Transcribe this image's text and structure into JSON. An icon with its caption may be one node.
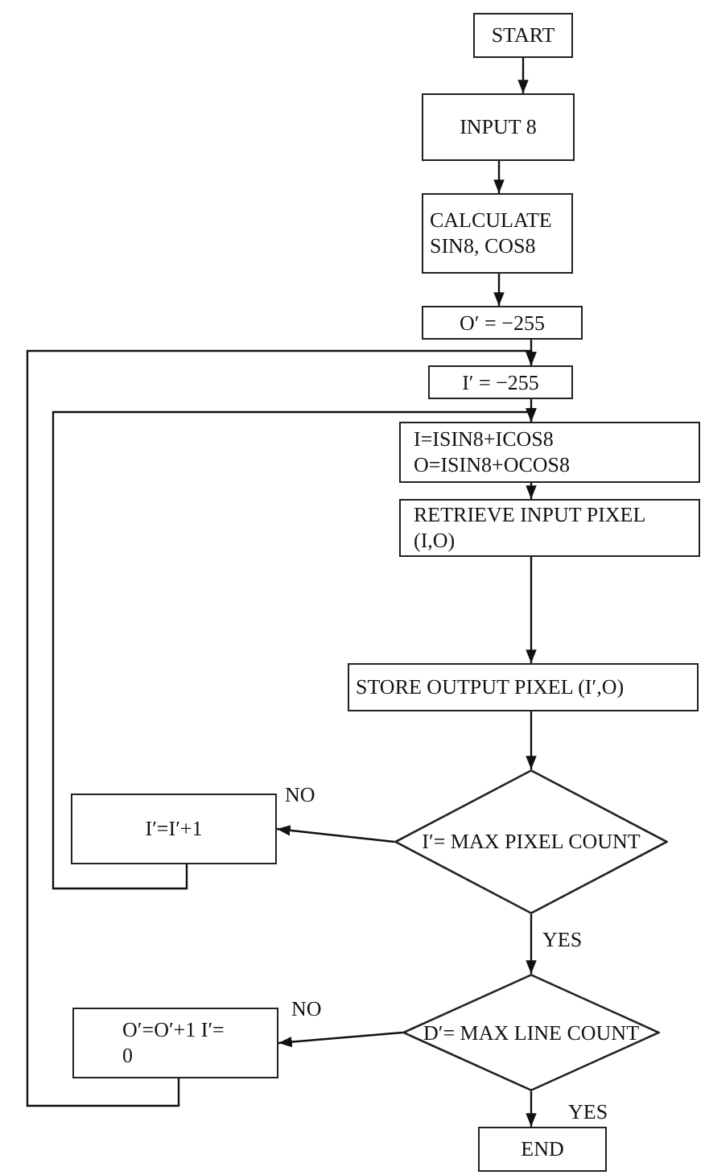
{
  "diagram": {
    "nodes": [
      {
        "text": [
          "START"
        ]
      },
      {
        "text": [
          "INPUT 8"
        ]
      },
      {
        "text": [
          "CALCULATE SIN8, COS8"
        ]
      },
      {
        "text": [
          "O′ = −255"
        ]
      },
      {
        "text": [
          "I′ = −255"
        ]
      },
      {
        "text": [
          "I=ISIN8+ICOS8 O=ISIN8+OCOS8"
        ]
      },
      {
        "text": [
          "RETRIEVE INPUT PIXEL (I,O)"
        ]
      },
      {
        "text": [
          "STORE OUTPUT PIXEL (I′,O)"
        ]
      },
      {
        "text": [
          "I′= MAX PIXEL COUNT"
        ]
      },
      {
        "text": [
          "I′=I′+1"
        ]
      },
      {
        "text": [
          "D′= MAX LINE COUNT"
        ]
      },
      {
        "text": [
          "O′=O′+1 I′= 0"
        ]
      },
      {
        "text": [
          "END"
        ]
      }
    ],
    "edges": [
      {
        "from": 0,
        "to": 1,
        "arrow": "to"
      },
      {
        "from": 1,
        "to": 2,
        "arrow": "to"
      },
      {
        "from": 2,
        "to": 3,
        "arrow": "to"
      },
      {
        "from": 3,
        "to": 4,
        "arrow": "to"
      },
      {
        "from": 4,
        "to": 5,
        "arrow": "to"
      },
      {
        "from": 5,
        "to": 6,
        "arrow": "to"
      },
      {
        "from": 6,
        "to": 7,
        "arrow": "to"
      },
      {
        "from": 7,
        "to": 8,
        "arrow": "to"
      },
      {
        "from": 8,
        "to": 9,
        "label": "NO",
        "arrow": "to"
      },
      {
        "from": 8,
        "to": 10,
        "label": "YES",
        "arrow": "to"
      },
      {
        "from": 9,
        "to": 5,
        "arrow": "to"
      },
      {
        "from": 10,
        "to": 11,
        "label": "NO",
        "arrow": "to"
      },
      {
        "from": 10,
        "to": 12,
        "label": "YES",
        "arrow": "to"
      },
      {
        "from": 11,
        "to": 4,
        "arrow": "to"
      }
    ]
  }
}
